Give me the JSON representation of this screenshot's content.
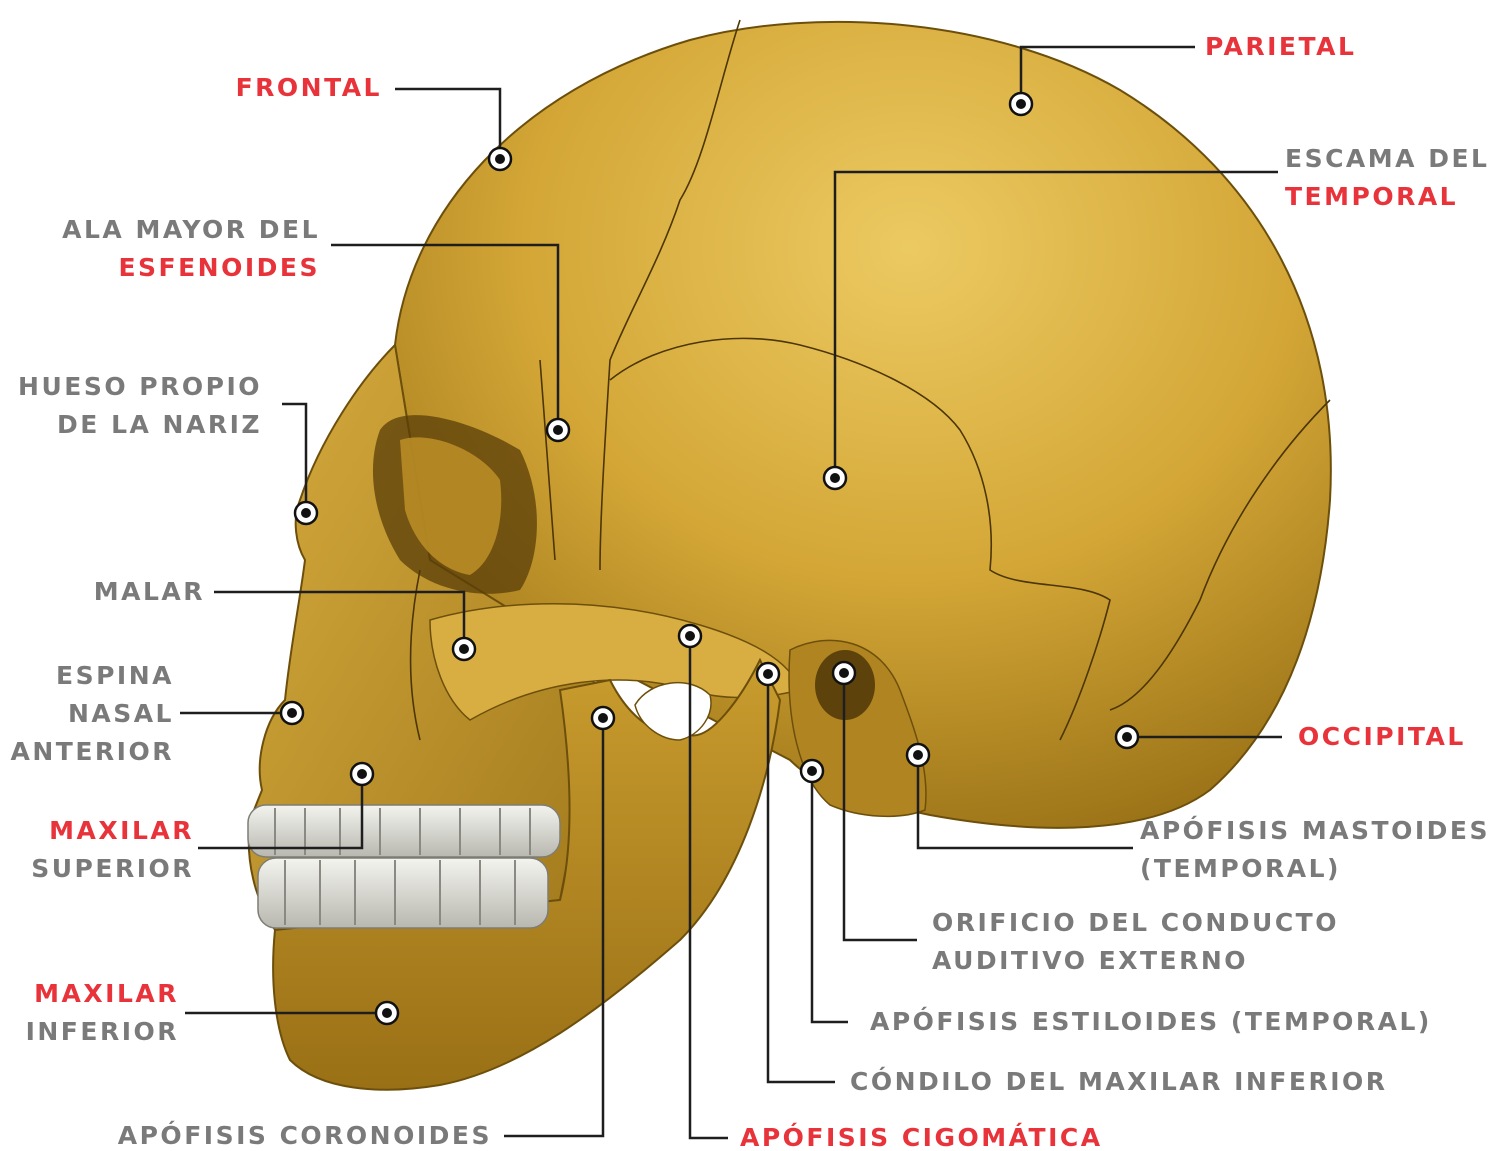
{
  "colors": {
    "bone": "#c89a2c",
    "bone_light": "#e6c25a",
    "bone_shadow": "#8a6410",
    "teeth": "#e8e8e2",
    "leader": "#222222",
    "gray_label": "#7a7a7a",
    "red_label": "#e8333b"
  },
  "labels": {
    "parietal": "PARIETAL",
    "frontal": "FRONTAL",
    "escama_1": "ESCAMA DEL",
    "escama_2": "TEMPORAL",
    "ala_1": "ALA MAYOR DEL",
    "ala_2": "ESFENOIDES",
    "hueso_1": "HUESO PROPIO",
    "hueso_2": "DE LA NARIZ",
    "malar": "MALAR",
    "espina_1": "ESPINA",
    "espina_2": "NASAL",
    "espina_3": "ANTERIOR",
    "occipital": "OCCIPITAL",
    "maxsup_1": "MAXILAR",
    "maxsup_2": "SUPERIOR",
    "mastoides_1": "APÓFISIS MASTOIDES",
    "mastoides_2": "(TEMPORAL)",
    "orificio_1": "ORIFICIO DEL CONDUCTO",
    "orificio_2": "AUDITIVO EXTERNO",
    "maxinf_1": "MAXILAR",
    "maxinf_2": "INFERIOR",
    "estiloides": "APÓFISIS ESTILOIDES (TEMPORAL)",
    "condilo": "CÓNDILO DEL MAXILAR INFERIOR",
    "coronoides": "APÓFISIS CORONOIDES",
    "cigomatica": "APÓFISIS CIGOMÁTICA"
  }
}
